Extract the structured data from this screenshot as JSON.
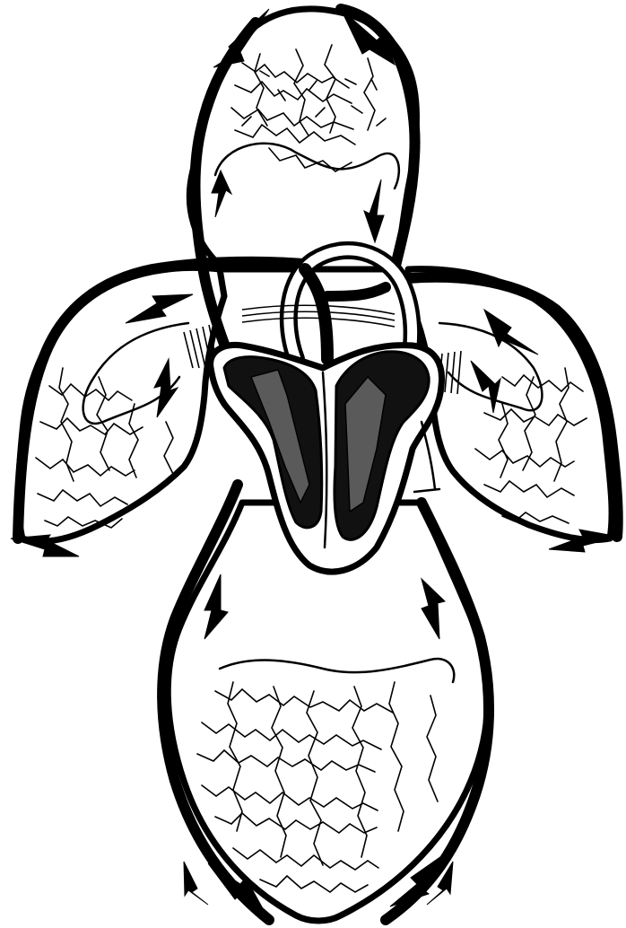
{
  "figure": {
    "kind": "circulatory-system-schematic",
    "style": "black-and-white engraving",
    "colors": {
      "ink": "#000000",
      "paper": "#ffffff",
      "chamber_fill": "#111111"
    },
    "regions": [
      {
        "id": "upper-capillary-bed",
        "flow_arrows": 4
      },
      {
        "id": "left-capillary-bed",
        "flow_arrows": 4
      },
      {
        "id": "right-capillary-bed",
        "flow_arrows": 4
      },
      {
        "id": "lower-capillary-bed",
        "flow_arrows": 6
      },
      {
        "id": "heart",
        "chambers": 2
      }
    ]
  }
}
